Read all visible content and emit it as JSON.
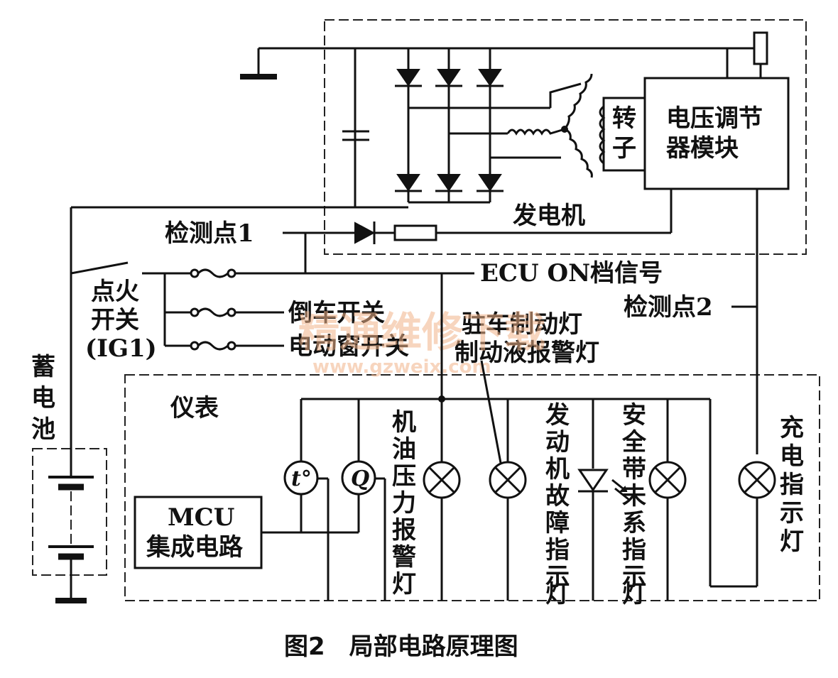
{
  "labels": {
    "generator": "发电机",
    "rotor_1": "转",
    "rotor_2": "子",
    "regulator_1": "电压调节",
    "regulator_2": "器模块",
    "test_point_1": "检测点1",
    "test_point_2": "检测点2",
    "ecu_on_signal": "ECU ON档信号",
    "ignition_1": "点火",
    "ignition_2": "开关",
    "ignition_3": "(IG1)",
    "reverse_switch": "倒车开关",
    "window_switch": "电动窗开关",
    "parking_brake_lamp": "驻车制动灯",
    "brake_fluid_lamp": "制动液报警灯",
    "battery": [
      "蓄",
      "电",
      "池"
    ],
    "instrument": "仪表",
    "mcu_1": "MCU",
    "mcu_2": "集成电路",
    "gauge_t": "t°",
    "gauge_q": "Q",
    "oil_pressure_lamp": [
      "机",
      "油",
      "压",
      "力",
      "报",
      "警",
      "灯"
    ],
    "engine_fault_lamp": [
      "发",
      "动",
      "机",
      "故",
      "障",
      "指",
      "示",
      "灯"
    ],
    "seatbelt_lamp": [
      "安",
      "全",
      "带",
      "未",
      "系",
      "指",
      "示",
      "灯"
    ],
    "charge_lamp": [
      "充",
      "电",
      "指",
      "示",
      "灯"
    ],
    "caption": "图2　局部电路原理图"
  },
  "watermark": {
    "main": "精通维修下载",
    "url": "www.gzweix.com"
  }
}
